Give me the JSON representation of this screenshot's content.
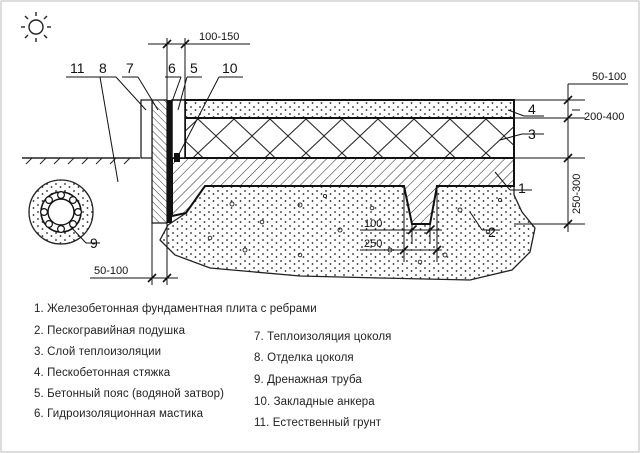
{
  "dims": {
    "w_top_100_150": "100-150",
    "r1_50_100": "50-100",
    "r2_200_400": "200-400",
    "r3_250_300": "250-300",
    "b1_100": "100",
    "b2_250": "250",
    "bottom_50_100": "50-100"
  },
  "callouts": {
    "n1": "1",
    "n2": "2",
    "n3": "3",
    "n4": "4",
    "n5": "5",
    "n6": "6",
    "n7": "7",
    "n8": "8",
    "n9": "9",
    "n10": "10",
    "n11": "11"
  },
  "legend": {
    "left": [
      "1. Железобетонная фундаментная плита с ребрами",
      "2. Пескогравийная подушка",
      "3. Слой теплоизоляции",
      "4. Пескобетонная стяжка",
      "5. Бетонный пояс (водяной затвор)",
      "6. Гидроизоляционная мастика"
    ],
    "right": [
      "7. Теплоизоляция цоколя",
      "8. Отделка цоколя",
      "9. Дренажная труба",
      "10. Закладные анкера",
      "11. Естественный грунт"
    ]
  }
}
